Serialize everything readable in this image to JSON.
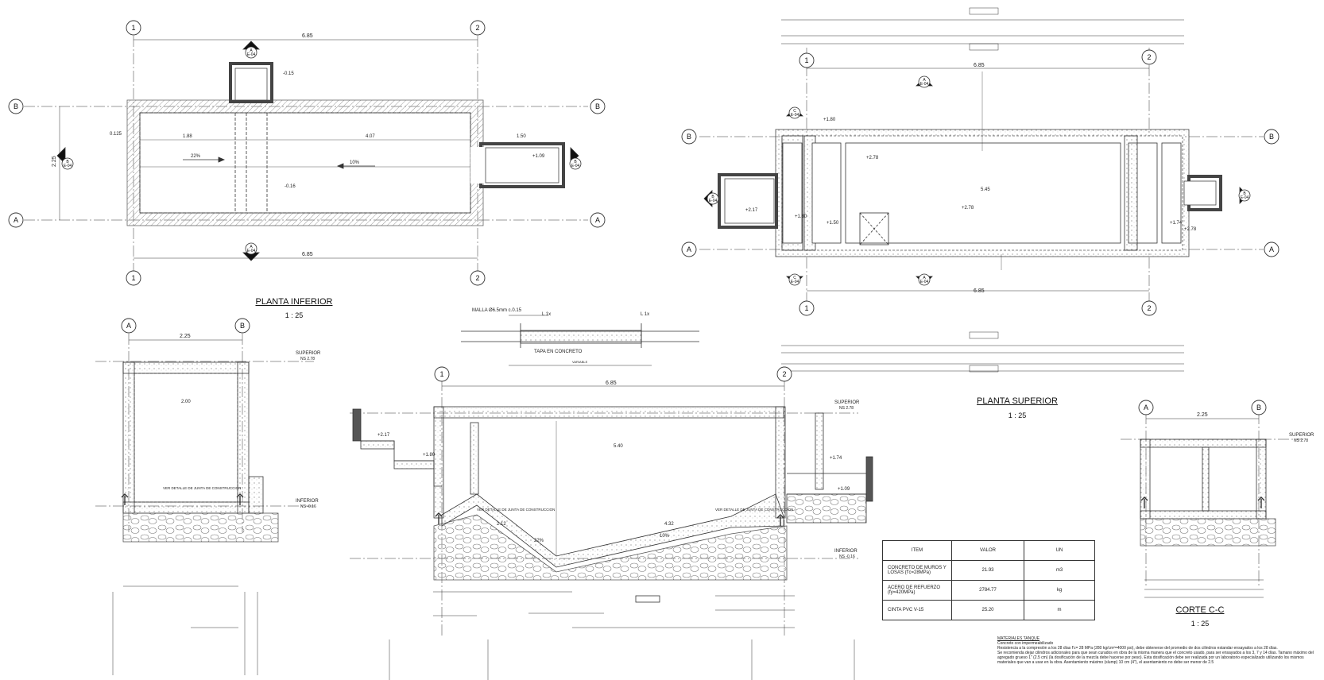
{
  "grid": {
    "g1": "1",
    "g2": "2",
    "gA": "A",
    "gB": "B"
  },
  "sections": {
    "ref": "A",
    "sheet": "E-04",
    "ref_b": "B",
    "ref_c": "C"
  },
  "views": {
    "planta_inferior": {
      "title": "PLANTA INFERIOR",
      "scale": "1 : 25",
      "dim_len": "6.85",
      "dim_w": "2.25",
      "inner_len": "4.07",
      "d1": "1.88",
      "d2": "1.50",
      "slope1": "22%",
      "slope2": "10%",
      "lvl1": "-0.15",
      "lvl2": "-0.16",
      "lvl3": "+1.09",
      "t": "0.125"
    },
    "planta_superior": {
      "title": "PLANTA SUPERIOR",
      "scale": "1 : 25",
      "dim_len": "6.85",
      "inner": "5.45",
      "lvl_a": "+2.78",
      "lvl_b": "+1.80",
      "lvl_c": "+2.17",
      "lvl_d": "+1.74",
      "lvl_e": "+1.50",
      "lvl_f": "+1.80"
    },
    "corte_b": {
      "dim_w": "2.25",
      "inner": "2.00",
      "sup": "SUPERIOR",
      "sup_lvl": "NS 2.78",
      "inf": "INFERIOR",
      "inf_lvl": "NS -0.16",
      "joint": "VER DETALLE DE JUNTA DE CONSTRUCCION"
    },
    "corte_a": {
      "dim_len": "6.85",
      "inner": "5.40",
      "lvl_a": "+2.17",
      "lvl_b": "+1.80",
      "lvl_c": "+1.74",
      "lvl_d": "+1.09",
      "slope1": "22%",
      "slope2": "10%",
      "d1": "2.12",
      "d2": "4.32",
      "sup": "SUPERIOR",
      "sup_lvl": "NS 2.78",
      "inf": "INFERIOR",
      "inf_lvl": "NS -0.16",
      "joint": "VER DETALLE DE JUNTA DE CONSTRUCCION"
    },
    "corte_c": {
      "title": "CORTE C-C",
      "scale": "1 : 25",
      "dim_w": "2.25",
      "sup": "SUPERIOR",
      "sup_lvl": "NS 2.78"
    },
    "tapa": {
      "malla": "MALLA Ø6.5mm c.0.15",
      "tapa": "TAPA EN CONCRETO",
      "l": "L 1x",
      "var": "VARIABLE"
    }
  },
  "table": {
    "headers": [
      "ITEM",
      "VALOR",
      "UN"
    ],
    "rows": [
      {
        "item": "CONCRETO DE MUROS Y LOSAS (f'c=28MPa)",
        "valor": "21.93",
        "un": "m3"
      },
      {
        "item": "ACERO DE REFUERZO (fy=420MPa)",
        "valor": "2784.77",
        "un": "kg"
      },
      {
        "item": "CINTA PVC V-15",
        "valor": "25.20",
        "un": "m"
      }
    ]
  },
  "notes": {
    "heading": "MATERIALES TANQUE",
    "l1": "Concreto con impermeabilizado",
    "l2": "Resistencia a la compresión a los 28 días f'c= 28 MPa (280 kg/cm²=4000 psi), debe obtenerse del promedio de dos cilindros estandar ensayados a los 28 días.",
    "l3": "Se recomienda dejar cilindros adicionales para que sean curados en obra de la misma manera que el concreto usado, para ser ensayados a los 3, 7 y 14 días. Tamano máximo del agregado grueso 1\" (2.5 cm) (la dosificación de la mezcla debe hacerse por peso). Esta dosificación debe ser realizada por un laboratorio especializado utilizando los mismos materiales que van a usar en la obra. Asentamiento máximo (slump) 10 cm (4\"), el asentamiento no debe ser menor de 2.5"
  }
}
